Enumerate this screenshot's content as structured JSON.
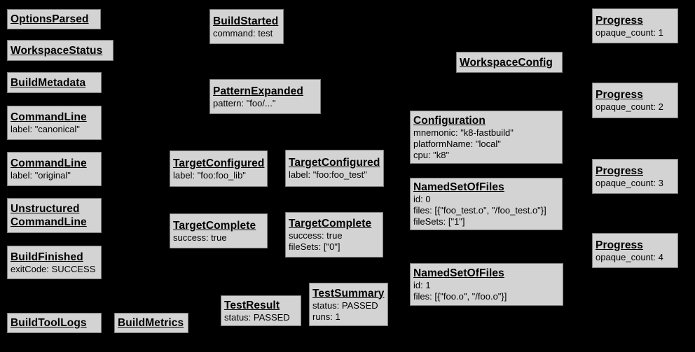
{
  "colors": {
    "background": "#000000",
    "node_fill": "#d3d3d3",
    "node_border": "#7d7d7d",
    "text": "#000000"
  },
  "nodes": [
    {
      "id": "options-parsed",
      "title": "OptionsParsed",
      "attrs": []
    },
    {
      "id": "workspace-status",
      "title": "WorkspaceStatus",
      "attrs": []
    },
    {
      "id": "build-metadata",
      "title": "BuildMetadata",
      "attrs": []
    },
    {
      "id": "command-line-canonical",
      "title": "CommandLine",
      "attrs": [
        "label: \"canonical\""
      ]
    },
    {
      "id": "command-line-original",
      "title": "CommandLine",
      "attrs": [
        "label: \"original\""
      ]
    },
    {
      "id": "unstructured-command-line",
      "title": "Unstructured\nCommandLine",
      "attrs": []
    },
    {
      "id": "build-finished",
      "title": "BuildFinished",
      "attrs": [
        "exitCode: SUCCESS"
      ]
    },
    {
      "id": "build-tool-logs",
      "title": "BuildToolLogs",
      "attrs": []
    },
    {
      "id": "build-metrics",
      "title": "BuildMetrics",
      "attrs": []
    },
    {
      "id": "build-started",
      "title": "BuildStarted",
      "attrs": [
        "command: test"
      ]
    },
    {
      "id": "pattern-expanded",
      "title": "PatternExpanded",
      "attrs": [
        "pattern: \"foo/...\""
      ]
    },
    {
      "id": "target-configured-foo-lib",
      "title": "TargetConfigured",
      "attrs": [
        "label: \"foo:foo_lib\""
      ]
    },
    {
      "id": "target-configured-foo-test",
      "title": "TargetConfigured",
      "attrs": [
        "label: \"foo:foo_test\""
      ]
    },
    {
      "id": "target-complete-foo-lib",
      "title": "TargetComplete",
      "attrs": [
        "success: true"
      ]
    },
    {
      "id": "target-complete-foo-test",
      "title": "TargetComplete",
      "attrs": [
        "success: true",
        "fileSets: [\"0\"]"
      ]
    },
    {
      "id": "test-result",
      "title": "TestResult",
      "attrs": [
        "status: PASSED"
      ]
    },
    {
      "id": "test-summary",
      "title": "TestSummary",
      "attrs": [
        "status: PASSED",
        "runs: 1"
      ]
    },
    {
      "id": "workspace-config",
      "title": "WorkspaceConfig",
      "attrs": []
    },
    {
      "id": "configuration",
      "title": "Configuration",
      "attrs": [
        "mnemonic: \"k8-fastbuild\"",
        "platformName: \"local\"",
        "cpu: \"k8\""
      ]
    },
    {
      "id": "named-set-of-files-0",
      "title": "NamedSetOfFiles",
      "attrs": [
        "id: 0",
        "files: [{\"foo_test.o\", \"/foo_test.o\"}]",
        "fileSets: [\"1\"]"
      ]
    },
    {
      "id": "named-set-of-files-1",
      "title": "NamedSetOfFiles",
      "attrs": [
        "id: 1",
        "files: [{\"foo.o\", \"/foo.o\"}]"
      ]
    },
    {
      "id": "progress-1",
      "title": "Progress",
      "attrs": [
        "opaque_count: 1"
      ]
    },
    {
      "id": "progress-2",
      "title": "Progress",
      "attrs": [
        "opaque_count: 2"
      ]
    },
    {
      "id": "progress-3",
      "title": "Progress",
      "attrs": [
        "opaque_count: 3"
      ]
    },
    {
      "id": "progress-4",
      "title": "Progress",
      "attrs": [
        "opaque_count: 4"
      ]
    }
  ]
}
